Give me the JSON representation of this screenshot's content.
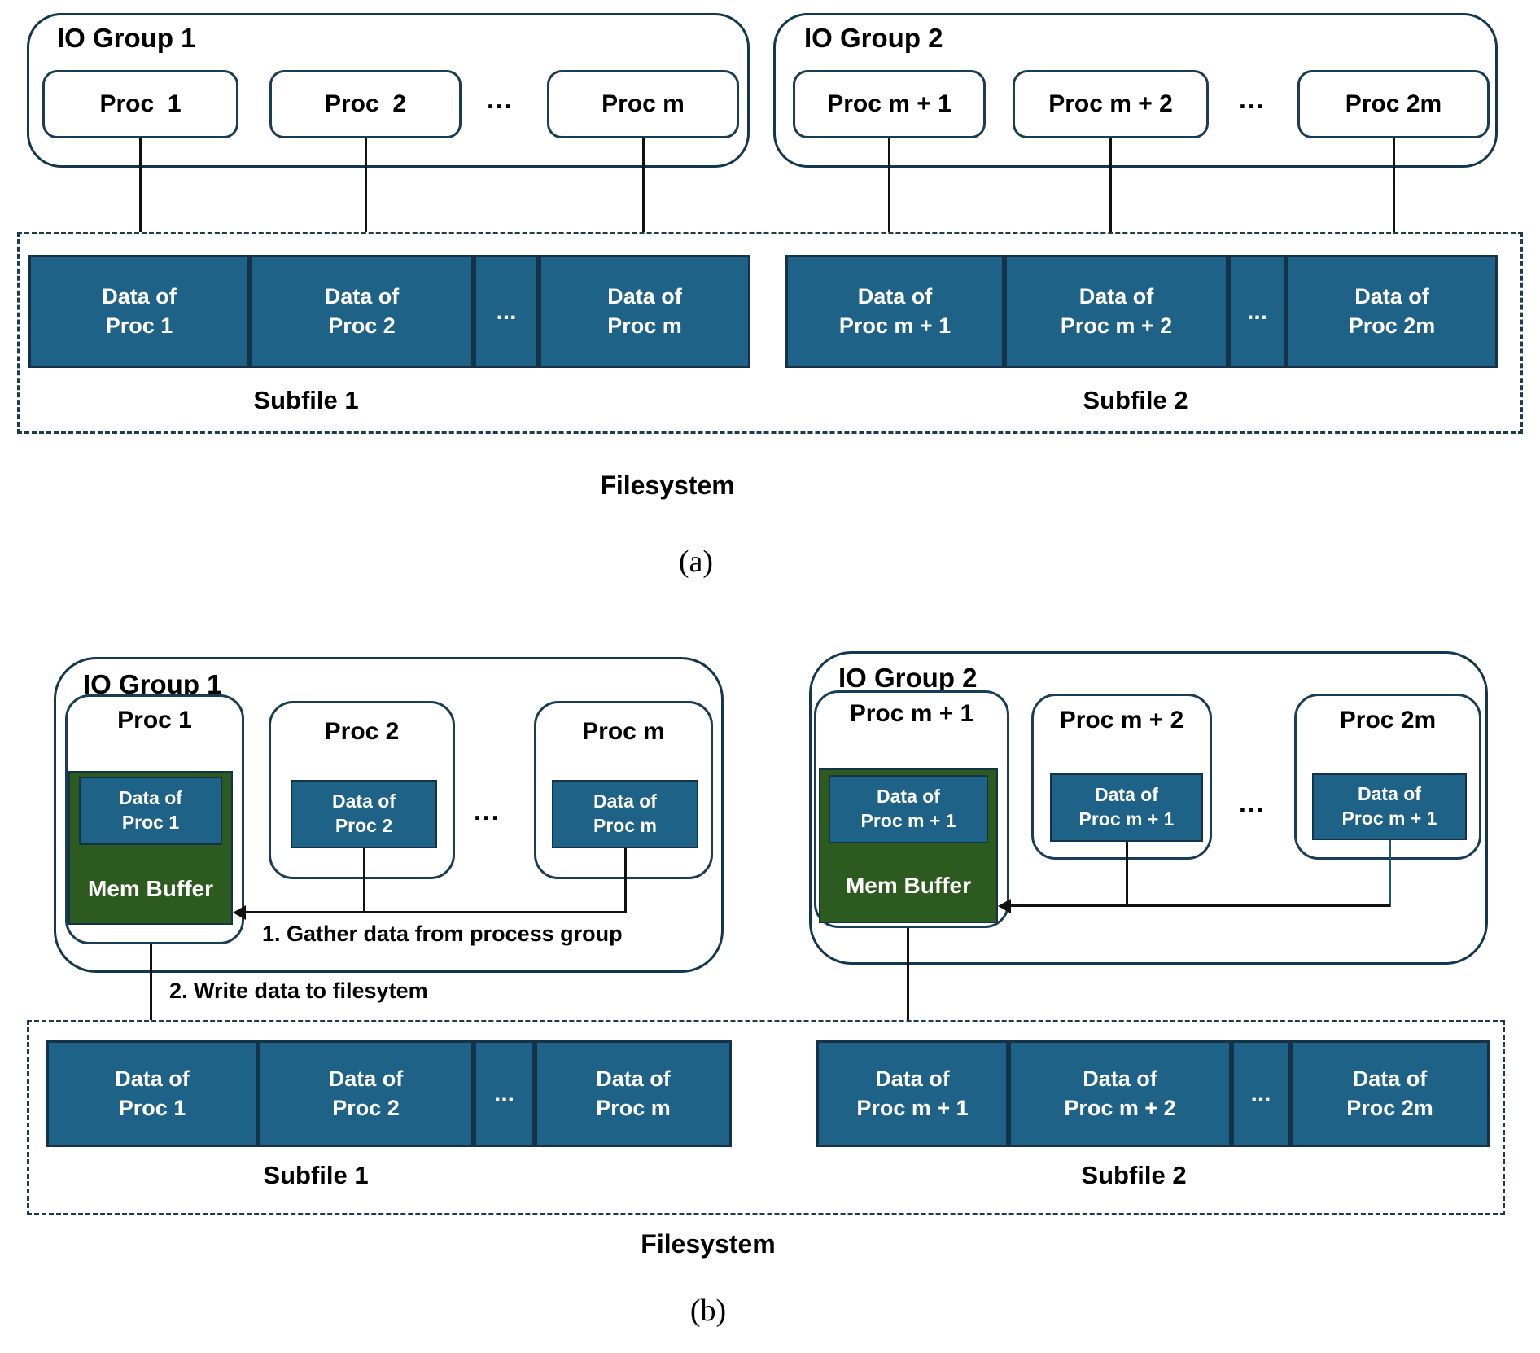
{
  "panel_a": {
    "caption": "(a)",
    "filesystem_label": "Filesystem",
    "io_group_1": {
      "title": "IO Group 1",
      "proc_1": "Proc  1",
      "proc_2": "Proc  2",
      "dots": "...",
      "proc_m": "Proc m"
    },
    "io_group_2": {
      "title": "IO Group 2",
      "proc_1": "Proc m + 1",
      "proc_2": "Proc m + 2",
      "dots": "...",
      "proc_m": "Proc 2m"
    },
    "subfile_1": {
      "label": "Subfile 1",
      "block_1": "Data of\nProc 1",
      "block_2": "Data of\nProc 2",
      "dots": "...",
      "block_3": "Data of\nProc m"
    },
    "subfile_2": {
      "label": "Subfile 2",
      "block_1": "Data of\nProc m + 1",
      "block_2": "Data of\nProc m + 2",
      "dots": "...",
      "block_3": "Data of\nProc 2m"
    }
  },
  "panel_b": {
    "caption": "(b)",
    "filesystem_label": "Filesystem",
    "step_1_label": "1. Gather data from process group",
    "step_2_label": "2. Write data to filesytem",
    "io_group_1": {
      "title": "IO Group 1",
      "aggregator": {
        "title": "Proc 1",
        "data": "Data of\nProc 1",
        "buffer_label": "Mem Buffer"
      },
      "proc_2": {
        "title": "Proc 2",
        "data": "Data of\nProc 2"
      },
      "dots": "...",
      "proc_m": {
        "title": "Proc m",
        "data": "Data of\nProc m"
      }
    },
    "io_group_2": {
      "title": "IO Group 2",
      "aggregator": {
        "title": "Proc m + 1",
        "data": "Data of\nProc m + 1",
        "buffer_label": "Mem Buffer"
      },
      "proc_2": {
        "title": "Proc m + 2",
        "data": "Data of\nProc m + 1"
      },
      "dots": "...",
      "proc_m": {
        "title": "Proc 2m",
        "data": "Data of\nProc m + 1"
      }
    },
    "subfile_1": {
      "label": "Subfile 1",
      "block_1": "Data of\nProc 1",
      "block_2": "Data of\nProc 2",
      "dots": "...",
      "block_3": "Data of\nProc m"
    },
    "subfile_2": {
      "label": "Subfile 2",
      "block_1": "Data of\nProc m + 1",
      "block_2": "Data of\nProc m + 2",
      "dots": "...",
      "block_3": "Data of\nProc 2m"
    }
  },
  "colors": {
    "block_blue": "#1F6287",
    "buffer_green": "#2D5A1E",
    "border_navy": "#15374D",
    "line_black": "#111111",
    "line_teal": "#1F5972"
  }
}
